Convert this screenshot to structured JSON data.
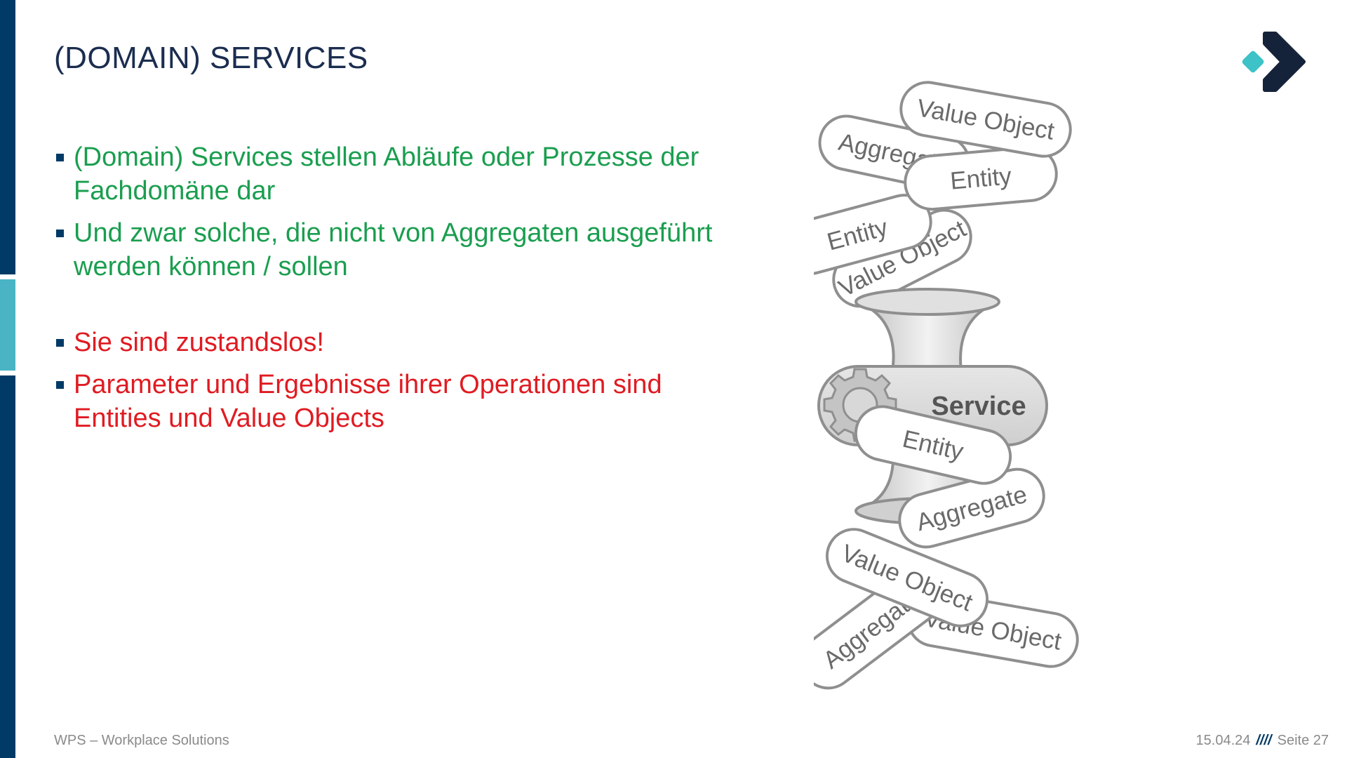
{
  "slide": {
    "title": "(DOMAIN) SERVICES"
  },
  "bullets": [
    {
      "text": "(Domain) Services stellen Abläufe oder Prozesse der Fachdomäne dar",
      "color": "#1a9e4f"
    },
    {
      "text": "Und zwar solche, die nicht von Aggregaten ausgeführt werden können / sollen",
      "color": "#1a9e4f"
    },
    {
      "text": "Sie sind zustandslos!",
      "color": "#e01b22"
    },
    {
      "text": "Parameter und Ergebnisse ihrer Operationen sind Entities und Value Objects",
      "color": "#e01b22"
    }
  ],
  "diagram": {
    "service_label": "Service",
    "icon": "gear-icon",
    "input_pills": [
      "Value Object",
      "Aggregate",
      "Entity",
      "Entity",
      "Value Object"
    ],
    "output_pills": [
      "Entity",
      "Aggregate",
      "Value Object",
      "Aggregate",
      "Value Object"
    ]
  },
  "footer": {
    "company": "WPS – Workplace Solutions",
    "date": "15.04.24",
    "separator": "////",
    "page": "Seite 27"
  },
  "colors": {
    "brand_dark": "#003a66",
    "brand_accent": "#4ab4c4",
    "green": "#1a9e4f",
    "red": "#e01b22"
  }
}
